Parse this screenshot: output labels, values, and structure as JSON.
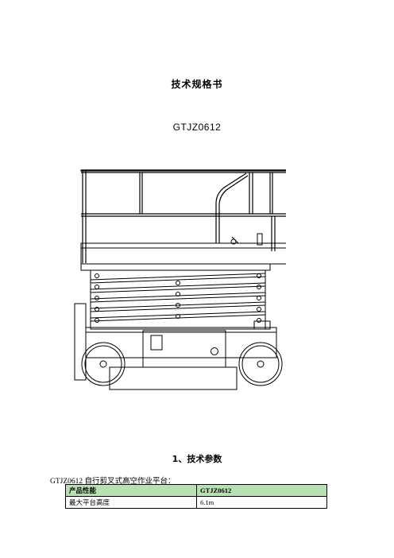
{
  "document": {
    "title": "技术规格书",
    "model": "GTJZ0612"
  },
  "section": {
    "heading": "1、技术参数",
    "caption": "GTJZ0612 自行剪叉式高空作业平台："
  },
  "spec_table": {
    "header": [
      "产品性能",
      "GTJZ0612"
    ],
    "rows": [
      [
        "最大平台高度",
        "6.1m"
      ]
    ],
    "header_color": "#b9dfb4"
  }
}
